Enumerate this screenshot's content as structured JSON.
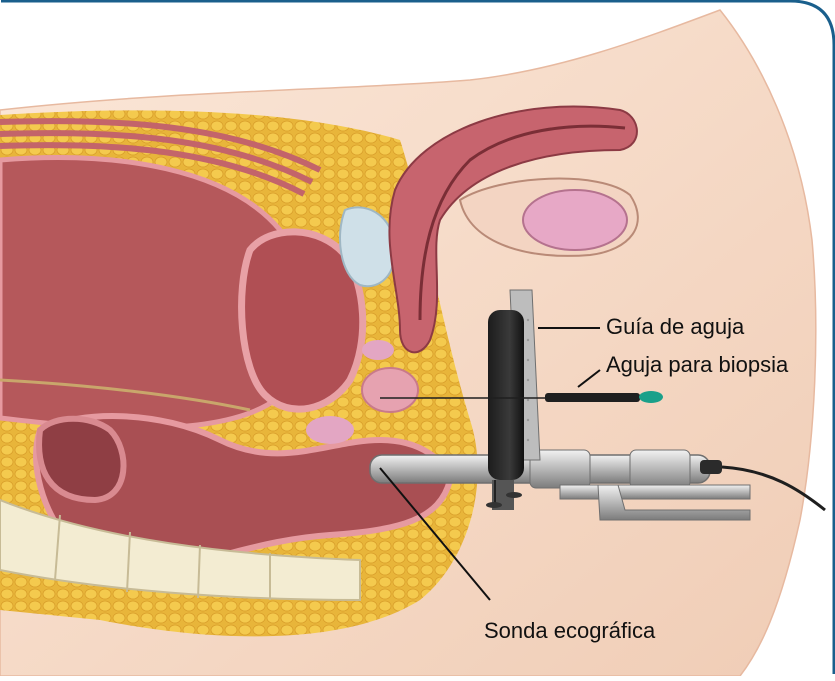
{
  "labels": {
    "needle_guide": "Guía de aguja",
    "biopsy_needle": "Aguja para biopsia",
    "ultrasound_probe": "Sonda ecográfica"
  },
  "colors": {
    "frame": "#1a5f8c",
    "skin": "#f5d9c6",
    "fat": "#f0c23d",
    "muscle": "#b8595a",
    "lumen": "#a84c50",
    "bone": "#f3ecd2",
    "steel": "#c9c9c9",
    "needle": "#1f1f1f",
    "needle_tip": "#1aa08a"
  }
}
